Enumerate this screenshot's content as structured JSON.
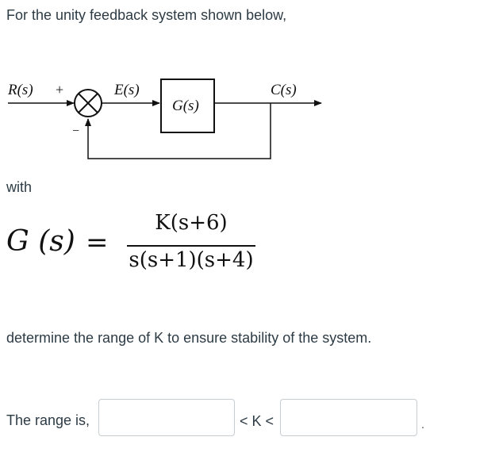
{
  "question": {
    "intro": "For the unity feedback system shown below,",
    "with": "with",
    "instruction": "determine the range of K to ensure stability of the system."
  },
  "diagram": {
    "input_label": "R(s)",
    "plus_sign": "+",
    "minus_sign": "−",
    "error_label": "E(s)",
    "block_label": "G(s)",
    "output_label": "C(s)"
  },
  "equation": {
    "lhs": "G (s)",
    "equals": "=",
    "numerator": "K(s+6)",
    "denominator": "s(s+1)(s+4)"
  },
  "answer": {
    "prefix": "The range is,",
    "middle": "< K <",
    "suffix": ".",
    "lower_value": "",
    "upper_value": ""
  }
}
